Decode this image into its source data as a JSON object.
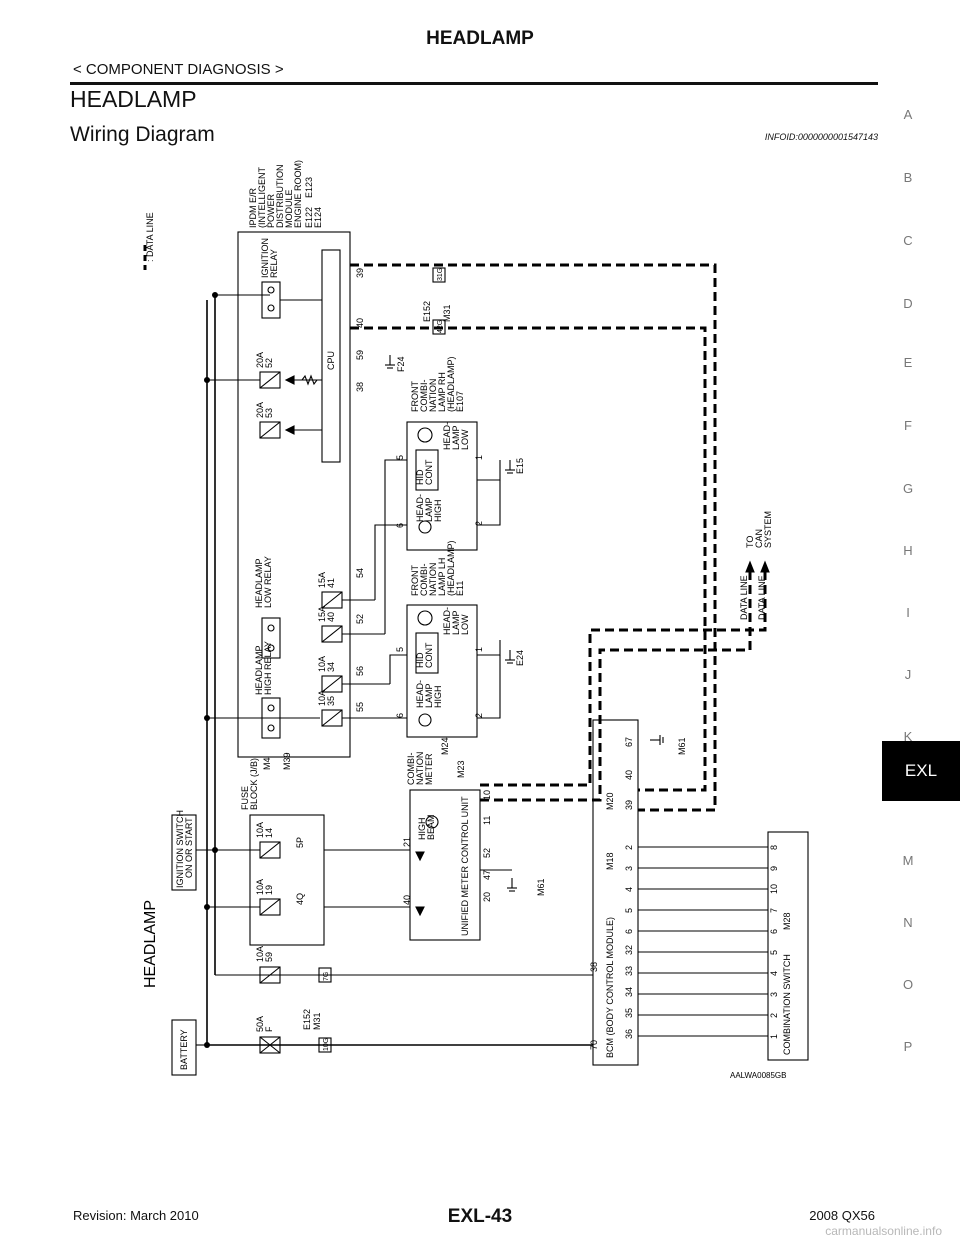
{
  "header": {
    "title": "HEADLAMP",
    "section": "< COMPONENT DIAGNOSIS >"
  },
  "page_title": "HEADLAMP",
  "subtitle": "Wiring Diagram",
  "info_id": "INFOID:0000000001547143",
  "side_index": [
    "A",
    "B",
    "C",
    "D",
    "E",
    "F",
    "G",
    "H",
    "I",
    "J",
    "K",
    "M",
    "N",
    "O",
    "P"
  ],
  "side_tab": "EXL",
  "diagram": {
    "title": "HEADLAMP",
    "legend_data_line": ": DATA LINE",
    "battery": "BATTERY",
    "ign_switch": [
      "IGNITION SWITCH",
      "ON OR START"
    ],
    "ipdm": [
      "IPDM E/R",
      "(INTELLIGENT",
      "POWER",
      "DISTRIBUTION",
      "MODULE",
      "ENGINE ROOM)"
    ],
    "ipdm_connectors": [
      "E122",
      "E123",
      "E124"
    ],
    "ignition_relay": [
      "IGNITION",
      "RELAY"
    ],
    "cpu": "CPU",
    "low_relay": [
      "HEADLAMP",
      "LOW RELAY"
    ],
    "high_relay": [
      "HEADLAMP",
      "HIGH RELAY"
    ],
    "fuse_block": [
      "FUSE",
      "BLOCK (J/B)"
    ],
    "fuse_block_connectors": [
      "M4",
      "M39"
    ],
    "fuses_ipdm": [
      {
        "amp": "20A",
        "num": "52"
      },
      {
        "amp": "20A",
        "num": "53"
      },
      {
        "amp": "15A",
        "num": "40"
      },
      {
        "amp": "15A",
        "num": "41"
      },
      {
        "amp": "10A",
        "num": "34"
      },
      {
        "amp": "10A",
        "num": "35"
      }
    ],
    "fuses_jb": [
      {
        "amp": "10A",
        "num": "14"
      },
      {
        "amp": "10A",
        "num": "19"
      }
    ],
    "fuse_59": {
      "amp": "10A",
      "num": "59"
    },
    "fuse_f": {
      "amp": "50A",
      "num": "F"
    },
    "jb_pins": [
      "5P",
      "4Q"
    ],
    "ipdm_pins": [
      "39",
      "40",
      "59",
      "38",
      "54",
      "52",
      "56",
      "55"
    ],
    "front_combi_rh": [
      "FRONT",
      "COMBI-",
      "NATION",
      "LAMP RH",
      "(HEADLAMP)"
    ],
    "front_combi_rh_conn": "E107",
    "front_combi_lh": [
      "FRONT",
      "COMBI-",
      "NATION",
      "LAMP LH",
      "(HEADLAMP)"
    ],
    "front_combi_lh_conn": "E11",
    "head_low": [
      "HEAD-",
      "LAMP",
      "LOW"
    ],
    "head_high": [
      "HEAD-",
      "LAMP",
      "HIGH"
    ],
    "hid_cont": [
      "HID",
      "CONT"
    ],
    "lamp_pins": [
      "5",
      "6",
      "1",
      "2"
    ],
    "grounds": [
      "F24",
      "E15",
      "E24",
      "M61",
      "M61"
    ],
    "conn_e152": "E152",
    "conn_m31": "M31",
    "pins_31g_42g": [
      "31G",
      "42G"
    ],
    "pins_7g_10g": [
      "7G",
      "10G"
    ],
    "combi_meter": [
      "COMBI-",
      "NATION",
      "METER"
    ],
    "combi_meter_conn": [
      "M24",
      "M23"
    ],
    "high_beam": [
      "HIGH",
      "BEAM"
    ],
    "umcu": "UNIFIED METER CONTROL UNIT",
    "meter_pins": [
      "21",
      "40",
      "10",
      "11",
      "52",
      "47",
      "20"
    ],
    "bcm": "BCM (BODY CONTROL MODULE)",
    "bcm_conn": [
      "M18",
      "M20"
    ],
    "bcm_pins_top": [
      "38",
      "70"
    ],
    "bcm_pins_right": [
      "67",
      "40",
      "39",
      "2",
      "3",
      "4",
      "5",
      "6",
      "32",
      "33",
      "34",
      "35",
      "36"
    ],
    "combi_switch": "COMBINATION SWITCH",
    "combi_switch_conn": "M28",
    "switch_pins": [
      "8",
      "9",
      "10",
      "7",
      "6",
      "5",
      "4",
      "3",
      "2",
      "1"
    ],
    "data_line_1": "DATA LINE",
    "data_line_2": "DATA LINE",
    "to_can": [
      "TO",
      "CAN",
      "SYSTEM"
    ],
    "code": "AALWA0085GB"
  },
  "footer": {
    "page": "EXL-43",
    "revision": "Revision: March 2010",
    "model": "2008 QX56",
    "watermark": "carmanualsonline.info"
  }
}
